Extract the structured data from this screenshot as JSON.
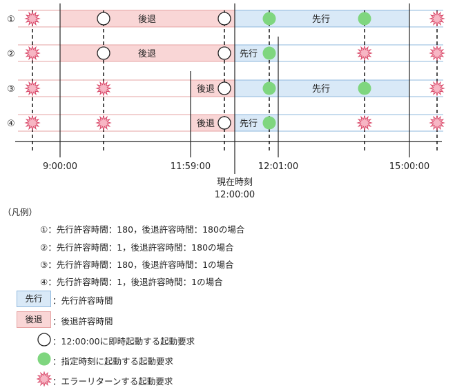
{
  "row_labels": [
    "①",
    "②",
    "③",
    "④"
  ],
  "time_labels": [
    "9:00:00",
    "11:59:00",
    "12:01:00",
    "15:00:00"
  ],
  "current_time": {
    "line1": "現在時刻",
    "line2": "12:00:00"
  },
  "band_labels": {
    "ahead": "先行",
    "behind": "後退"
  },
  "legend": {
    "title": "（凡例）",
    "cases": [
      "①：先行許容時間：180，後退許容時間：180の場合",
      "②：先行許容時間：1，後退許容時間：180の場合",
      "③：先行許容時間：180，後退許容時間：1の場合",
      "④：先行許容時間：1，後退許容時間：1の場合"
    ],
    "ahead_box": "先行",
    "ahead_desc": "：先行許容時間",
    "behind_box": "後退",
    "behind_desc": "：後退許容時間",
    "white_circle_desc": "：12:00:00に即時起動する起動要求",
    "green_circle_desc": "：指定時刻に起動する起動要求",
    "burst_desc": "：エラーリターンする起動要求"
  },
  "colors": {
    "ahead_fill": "#d9e9f7",
    "ahead_line": "#8fb8de",
    "behind_fill": "#f9d6d6",
    "behind_line": "#e6a3a3",
    "green": "#7fd67f",
    "burst_fill": "#f7b6c4",
    "burst_stroke": "#d94a6a"
  }
}
